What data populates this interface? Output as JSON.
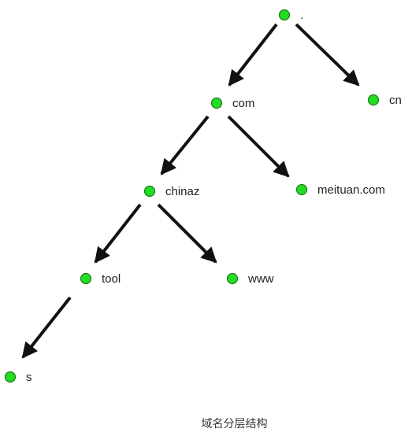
{
  "nodes": [
    {
      "id": "root",
      "label": "."
    },
    {
      "id": "com",
      "label": "com"
    },
    {
      "id": "cn",
      "label": "cn"
    },
    {
      "id": "chinaz",
      "label": "chinaz"
    },
    {
      "id": "meituan",
      "label": "meituan.com"
    },
    {
      "id": "tool",
      "label": "tool"
    },
    {
      "id": "www",
      "label": "www"
    },
    {
      "id": "s",
      "label": "s"
    }
  ],
  "edges": [
    {
      "from": "root",
      "to": "com"
    },
    {
      "from": "root",
      "to": "cn"
    },
    {
      "from": "com",
      "to": "chinaz"
    },
    {
      "from": "com",
      "to": "meituan"
    },
    {
      "from": "chinaz",
      "to": "tool"
    },
    {
      "from": "chinaz",
      "to": "www"
    },
    {
      "from": "tool",
      "to": "s"
    }
  ],
  "caption": "域名分层结构",
  "colors": {
    "node_fill": "#22dd22",
    "node_stroke": "#1a7a1a",
    "edge": "#111111",
    "text": "#222222"
  }
}
